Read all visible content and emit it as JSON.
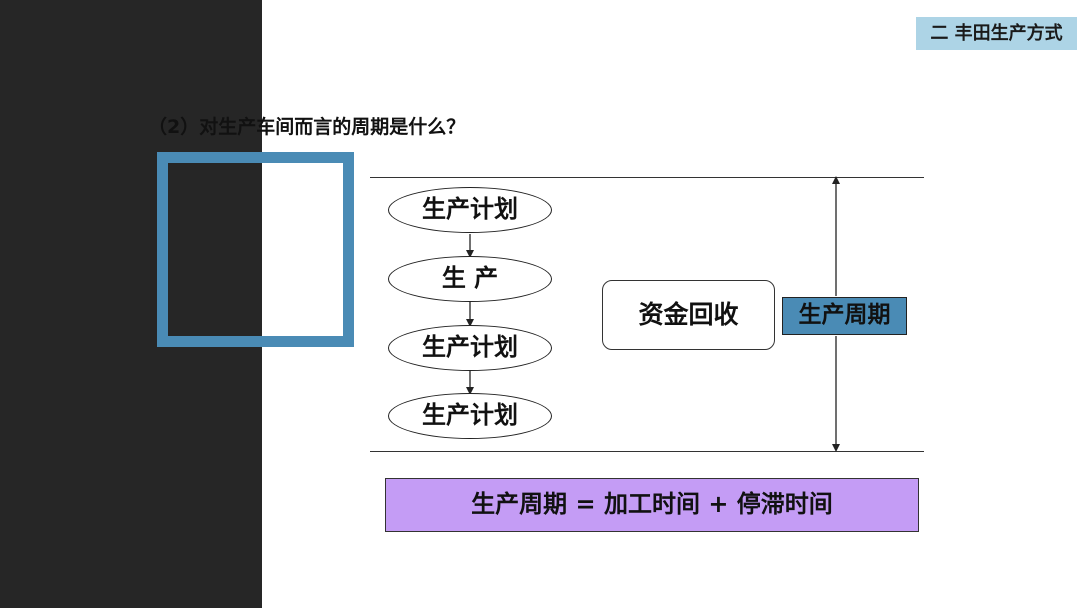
{
  "header": {
    "section_tag": "二 丰田生产方式"
  },
  "question": "（2）对生产车间而言的周期是什么？",
  "flow": {
    "steps": [
      {
        "label": "生产计划"
      },
      {
        "label": "生 产"
      },
      {
        "label": "生产计划"
      },
      {
        "label": "生产计划"
      }
    ],
    "recovery_label": "资金回收",
    "cycle_label": "生产周期"
  },
  "formula": "生产周期 = 加工时间 + 停滞时间",
  "colors": {
    "dark_panel": "#262626",
    "accent_blue": "#4a8bb5",
    "tag_light_blue": "#add4e6",
    "formula_purple": "#c49cf5"
  }
}
